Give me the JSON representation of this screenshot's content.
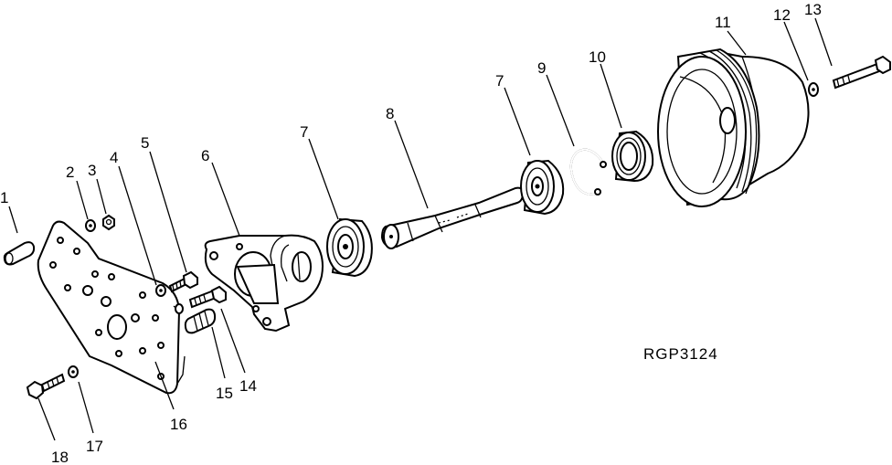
{
  "figure_code": "RGP3124",
  "callouts": [
    {
      "id": "c1",
      "text": "1"
    },
    {
      "id": "c2",
      "text": "2"
    },
    {
      "id": "c3",
      "text": "3"
    },
    {
      "id": "c4",
      "text": "4"
    },
    {
      "id": "c5",
      "text": "5"
    },
    {
      "id": "c6",
      "text": "6"
    },
    {
      "id": "c7a",
      "text": "7"
    },
    {
      "id": "c8",
      "text": "8"
    },
    {
      "id": "c7b",
      "text": "7"
    },
    {
      "id": "c9",
      "text": "9"
    },
    {
      "id": "c10",
      "text": "10"
    },
    {
      "id": "c11",
      "text": "11"
    },
    {
      "id": "c12",
      "text": "12"
    },
    {
      "id": "c13",
      "text": "13"
    },
    {
      "id": "c14",
      "text": "14"
    },
    {
      "id": "c15",
      "text": "15"
    },
    {
      "id": "c16",
      "text": "16"
    },
    {
      "id": "c17",
      "text": "17"
    },
    {
      "id": "c18",
      "text": "18"
    }
  ]
}
